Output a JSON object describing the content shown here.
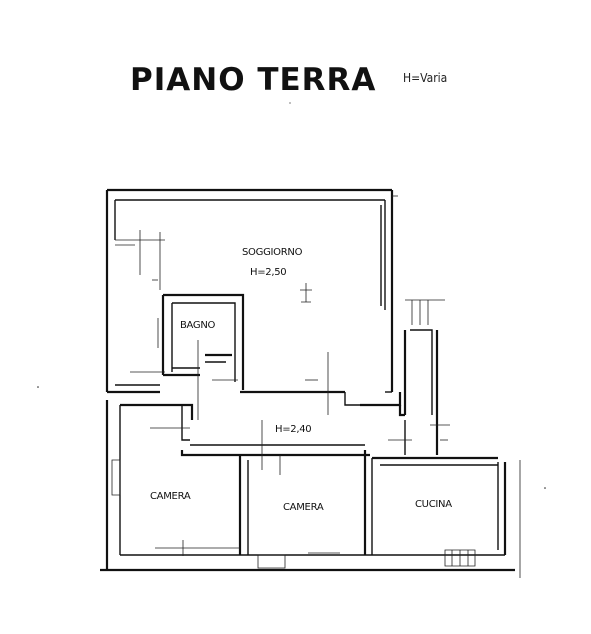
{
  "header": {
    "title": "PIANO TERRA",
    "subtitle": "H=Varia"
  },
  "rooms": {
    "soggiorno": {
      "name": "SOGGIORNO",
      "height": "H=2,50"
    },
    "bagno": {
      "name": "BAGNO"
    },
    "corridoio": {
      "height": "H=2,40"
    },
    "camera_1": {
      "name": "CAMERA"
    },
    "camera_2": {
      "name": "CAMERA"
    },
    "cucina": {
      "name": "CUCINA"
    }
  }
}
